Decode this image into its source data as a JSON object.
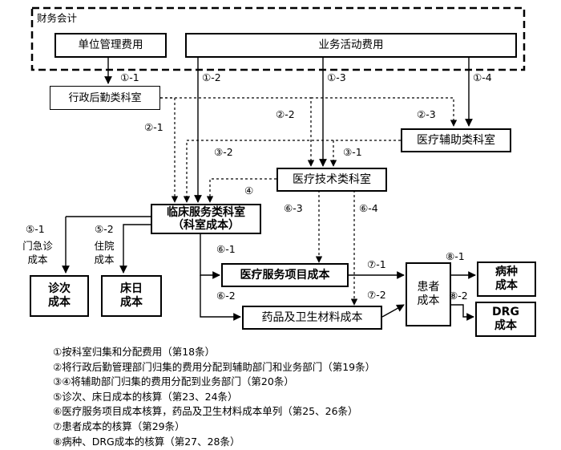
{
  "nodes": {
    "accounting": "财务会计",
    "unit_mgmt_cost": "单位管理费用",
    "business_cost": "业务活动费用",
    "admin_logistics": "行政后勤类科室",
    "medical_auxiliary": "医疗辅助类科室",
    "medical_technical": "医疗技术类科室",
    "clinical_line1": "临床服务类科室",
    "clinical_line2": "（科室成本）",
    "visit_cost_line1": "诊次",
    "visit_cost_line2": "成本",
    "bed_day_cost_line1": "床日",
    "bed_day_cost_line2": "成本",
    "service_item_cost": "医疗服务项目成本",
    "drug_material_cost": "药品及卫生材料成本",
    "patient_cost_line1": "患者",
    "patient_cost_line2": "成本",
    "disease_cost_line1": "病种",
    "disease_cost_line2": "成本",
    "drg_cost_line1": "DRG",
    "drg_cost_line2": "成本"
  },
  "labels": {
    "s1_1": "①-1",
    "s1_2": "①-2",
    "s1_3": "①-3",
    "s1_4": "①-4",
    "s2_1": "②-1",
    "s2_2": "②-2",
    "s2_3": "②-3",
    "s3_1": "③-1",
    "s3_2": "③-2",
    "s4": "④",
    "s5_1": "⑤-1",
    "s5_2": "⑤-2",
    "outpatient_line1": "门急诊",
    "outpatient_line2": "成本",
    "inpatient_line1": "住院",
    "inpatient_line2": "成本",
    "s6_1": "⑥-1",
    "s6_2": "⑥-2",
    "s6_3": "⑥-3",
    "s6_4": "⑥-4",
    "s7_1": "⑦-1",
    "s7_2": "⑦-2",
    "s8_1": "⑧-1",
    "s8_2": "⑧-2"
  },
  "legend": [
    "①按科室归集和分配费用（第18条）",
    "②将行政后勤管理部门归集的费用分配到辅助部门和业务部门（第19条）",
    "③④将辅助部门归集的费用分配到业务部门（第20条）",
    "⑤诊次、床日成本的核算（第23、24条）",
    "⑥医疗服务项目成本核算，药品及卫生材料成本单列（第25、26条）",
    "⑦患者成本的核算（第29条）",
    "⑧病种、DRG成本的核算（第27、28条）"
  ]
}
